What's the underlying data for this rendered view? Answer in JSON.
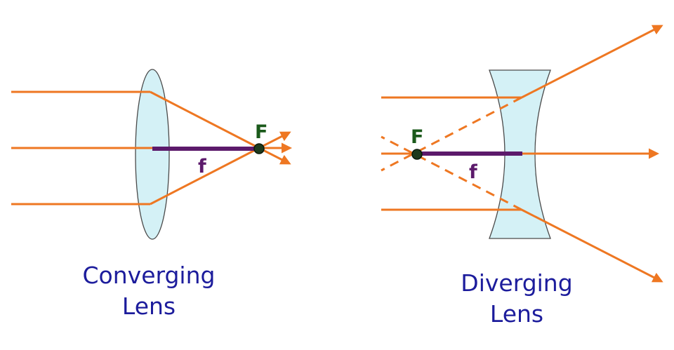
{
  "converging": {
    "caption_line1": "Converging",
    "caption_line2": "Lens",
    "focus_label": "F",
    "focal_length_label": "f"
  },
  "diverging": {
    "caption_line1": "Diverging",
    "caption_line2": "Lens",
    "focus_label": "F",
    "focal_length_label": "f"
  },
  "colors": {
    "ray": "#ee7722",
    "focal_length": "#5c1a6b",
    "lens_fill": "#d4f1f6",
    "focus_label": "#1b5a1b",
    "caption": "#1c1c9c"
  }
}
